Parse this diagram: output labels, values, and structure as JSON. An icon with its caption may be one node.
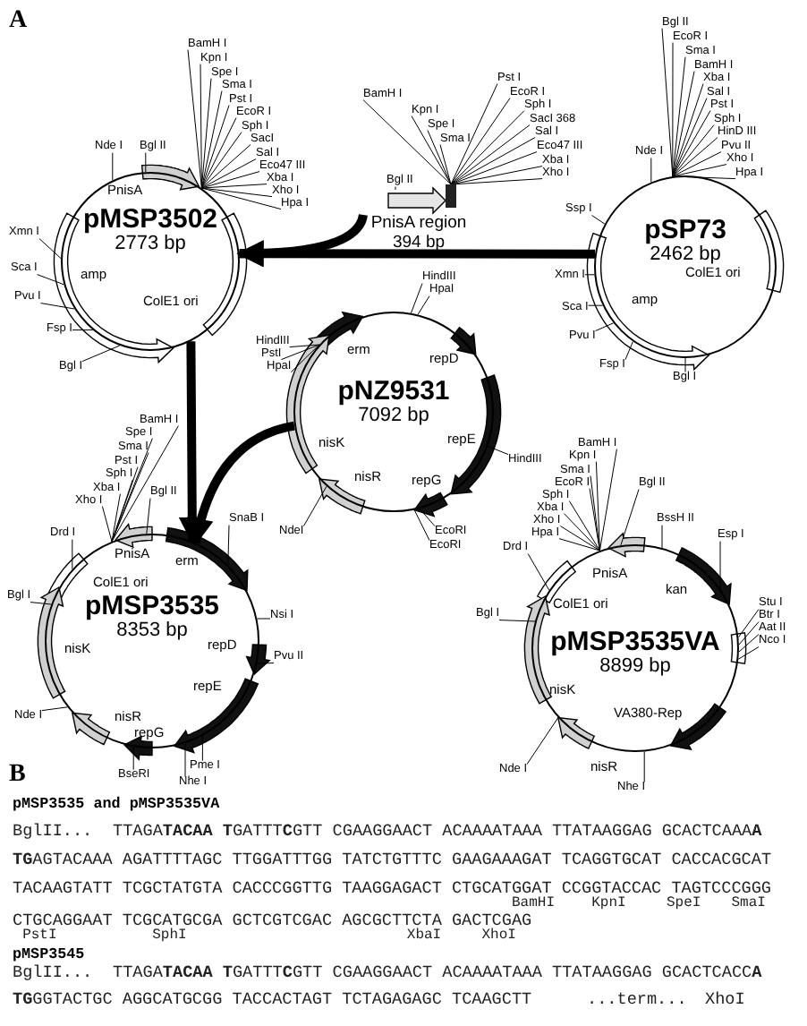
{
  "diagram": {
    "nodes": [
      {
        "text": [
          "pMSP3502",
          "2773 bp",
          "PnisA",
          "amp",
          "ColE1 ori"
        ],
        "beside": [
          "BamH I",
          "Kpn I",
          "Spe I",
          "Sma I",
          "Pst I",
          "EcoR I",
          "Sph I",
          "SacI",
          "Sal I",
          "Eco47 III",
          "Xba I",
          "Xho I",
          "Hpa I",
          "Nde I",
          "Bgl II",
          "Xmn I",
          "Sca I",
          "Pvu I",
          "Fsp I",
          "Bgl I"
        ]
      },
      {
        "text": [
          "PnisA region",
          "394 bp"
        ],
        "beside": [
          "Bgl II",
          "BamH I",
          "Kpn I",
          "Spe I",
          "Sma I",
          "Pst I",
          "EcoR I",
          "Sph I",
          "SacI 368",
          "Sal I",
          "Eco47 III",
          "Xba I",
          "Xho I"
        ]
      },
      {
        "text": [
          "pSP73",
          "2462 bp",
          "amp",
          "ColE1 ori"
        ],
        "beside": [
          "Bgl II",
          "EcoR I",
          "Sma I",
          "BamH I",
          "Xba I",
          "Sal I",
          "Pst I",
          "Sph I",
          "HinD III",
          "Pvu II",
          "Xho I",
          "Hpa I",
          "Nde I",
          "Ssp I",
          "Xmn I",
          "Sca I",
          "Pvu I",
          "Fsp I",
          "Bgl I"
        ]
      },
      {
        "text": [
          "pNZ9531",
          "7092 bp",
          "erm",
          "repD",
          "repE",
          "repG",
          "nisR",
          "nisK"
        ],
        "beside": [
          "HindIII",
          "HpaI",
          "HindIII",
          "PstI",
          "HpaI",
          "HindIII",
          "EcoRI",
          "EcoRI",
          "NdeI"
        ]
      },
      {
        "text": [
          "pMSP3535",
          "8353 bp",
          "PnisA",
          "erm",
          "ColE1 ori",
          "nisK",
          "repD",
          "repE",
          "nisR",
          "repG"
        ],
        "beside": [
          "BamH I",
          "Spe I",
          "Sma I",
          "Pst I",
          "Sph I",
          "Xba I",
          "Xho I",
          "Bgl II",
          "Drd I",
          "SnaB I",
          "Bgl I",
          "Nsi I",
          "Pvu II",
          "Nde I",
          "BseRI",
          "Pme I",
          "Nhe I"
        ]
      },
      {
        "text": [
          "pMSP3535VA",
          "8899 bp",
          "PnisA",
          "ColE1 ori",
          "kan",
          "nisK",
          "VA380-Rep"
        ],
        "beside": [
          "BamH I",
          "Kpn I",
          "Sma I",
          "EcoR I",
          "Sph I",
          "Xba I",
          "Xho I",
          "Hpa I",
          "Bgl II",
          "BssH II",
          "Drd I",
          "Esp I",
          "Bgl I",
          "Stu I",
          "Btr I",
          "Aat II",
          "Nco I",
          "Nde I",
          "nisR",
          "Nhe I"
        ]
      }
    ],
    "edges": [
      {
        "from": 2,
        "to": 0,
        "arrow": "to"
      },
      {
        "from": 1,
        "to": 0,
        "arrow": "to"
      },
      {
        "from": 0,
        "to": 4,
        "arrow": "to"
      },
      {
        "from": 3,
        "to": 4,
        "arrow": "to"
      }
    ],
    "labels": [
      "A",
      "B",
      "pMSP3535 and pMSP3535VA",
      "BglII...",
      "TTAGA**TACAA T**GATTT**C**GTT CGAAGGAACT ACAAAATAAA TTATAAGGAG GCACTCAAA**A**",
      "**TG**AGTACAAA AGATTTTAGC TTGGATTTGG TATCTGTTTC GAAGAAAGAT TCAGGTGCAT CACCACGCAT",
      "TACAAGTATT TCGCTATGTA CACCCGGTTG TAAGGAGACT CTGCATGGAT CCGGTACCAC TAGTCCCGGG",
      "BamHI",
      "KpnI",
      "SpeI",
      "SmaI",
      "CTGCAGGAAT TCGCATGCGA GCTCGTCGAC AGCGCTTCTA GACTCGAG",
      "PstI",
      "SphI",
      "XbaI",
      "XhoI",
      "pMSP3545",
      "BglII...",
      "TTAGA**TACAA T**GATTT**C**GTT CGAAGGAACT ACAAAATAAA TTATAAGGAG GCACTCACC**A**",
      "**TG**GGTACTGC AGGCATGCGG TACCACTAGT TCTAGAGAGC TCAAGCTT",
      "...term...",
      "XhoI"
    ]
  }
}
